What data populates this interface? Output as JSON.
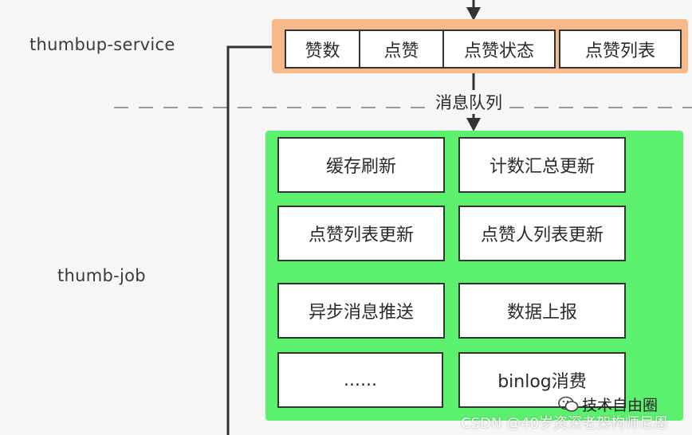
{
  "layers": {
    "service_label": "thumbup-service",
    "job_label": "thumb-job"
  },
  "service_components": [
    "赞数",
    "点赞",
    "点赞状态",
    "点赞列表"
  ],
  "queue_label": "消息队列",
  "job_tasks": [
    "缓存刷新",
    "计数汇总更新",
    "点赞列表更新",
    "点赞人列表更新",
    "异步消息推送",
    "数据上报",
    "......",
    "binlog消费"
  ],
  "watermarks": {
    "brand": "技术自由圈",
    "csdn": "CSDN @40岁资深老架构师尼恩"
  },
  "colors": {
    "background": "#f6f6f6",
    "service_highlight": "#f8b98a",
    "job_container": "#5cf06f",
    "lines": "#333333",
    "divider": "#999999"
  }
}
